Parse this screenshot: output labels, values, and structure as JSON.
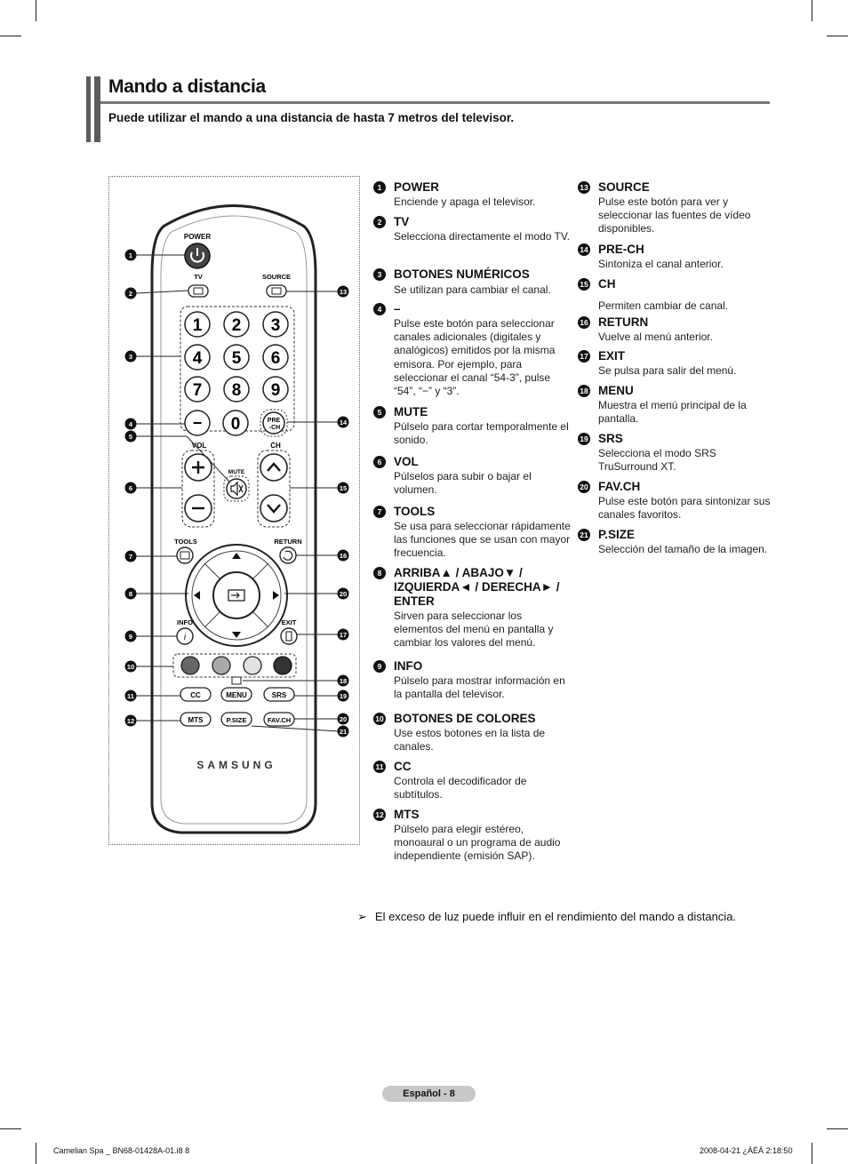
{
  "title": "Mando a distancia",
  "subtitle": "Puede utilizar el mando a una distancia de hasta 7 metros del televisor.",
  "remote": {
    "power": "POWER",
    "tv": "TV",
    "source": "SOURCE",
    "digits": [
      "1",
      "2",
      "3",
      "4",
      "5",
      "6",
      "7",
      "8",
      "9",
      "0"
    ],
    "dash": "−",
    "prech_top": "PRE",
    "prech_bottom": "-CH",
    "vol": "VOL",
    "ch": "CH",
    "mute": "MUTE",
    "tools": "TOOLS",
    "return": "RETURN",
    "info": "INFO",
    "exit": "EXIT",
    "cc": "CC",
    "menu": "MENU",
    "srs": "SRS",
    "mts": "MTS",
    "psize": "P.SIZE",
    "favch": "FAV.CH",
    "brand": "SAMSUNG",
    "callouts_left": [
      "1",
      "2",
      "3",
      "4",
      "5",
      "6",
      "7",
      "8",
      "9",
      "10",
      "11",
      "12"
    ],
    "callouts_right": [
      "13",
      "14",
      "15",
      "16",
      "20",
      "17",
      "18",
      "19",
      "20",
      "21"
    ]
  },
  "items_col1": [
    {
      "n": "1",
      "h": "POWER",
      "d": "Enciende y apaga el televisor."
    },
    {
      "n": "2",
      "h": "TV",
      "d": "Selecciona directamente el modo TV."
    },
    {
      "n": "3",
      "h": "BOTONES NUMÉRICOS",
      "d": "Se utilizan para cambiar el canal."
    },
    {
      "n": "4",
      "h": "–",
      "d": "Pulse este botón para seleccionar canales adicionales (digitales y analógicos) emitidos por la misma emisora. Por ejemplo, para seleccionar el canal “54-3”, pulse “54”, “−” y “3”."
    },
    {
      "n": "5",
      "h": "MUTE",
      "d": "Púlselo para cortar temporalmente el sonido."
    },
    {
      "n": "6",
      "h": "VOL",
      "d": "Púlselos para subir o bajar el volumen."
    },
    {
      "n": "7",
      "h": "TOOLS",
      "d": "Se usa para seleccionar rápidamente las funciones que se usan con mayor frecuencia."
    },
    {
      "n": "8",
      "h": "ARRIBA▲ / ABAJO▼ / IZQUIERDA◄ / DERECHA► / ENTER",
      "d": "Sirven para seleccionar los elementos del menú en pantalla y cambiar los valores del menú."
    },
    {
      "n": "9",
      "h": "INFO",
      "d": "Púlselo para mostrar información en la pantalla del televisor."
    },
    {
      "n": "10",
      "h": "BOTONES DE COLORES",
      "d": "Use estos botones en la lista de canales."
    },
    {
      "n": "11",
      "h": "CC",
      "d": "Controla el decodificador de subtítulos."
    },
    {
      "n": "12",
      "h": "MTS",
      "d": "Púlselo para elegir estéreo, monoaural o un programa de audio independiente (emisión SAP)."
    }
  ],
  "items_col2": [
    {
      "n": "13",
      "h": "SOURCE",
      "d": "Pulse este botón para ver y seleccionar las fuentes de vídeo disponibles."
    },
    {
      "n": "14",
      "h": "PRE-CH",
      "d": "Sintoniza el canal anterior."
    },
    {
      "n": "15",
      "h": "CH",
      "d": "Permiten cambiar de canal."
    },
    {
      "n": "16",
      "h": "RETURN",
      "d": "Vuelve al menú anterior."
    },
    {
      "n": "17",
      "h": "EXIT",
      "d": "Se pulsa para salir del menú."
    },
    {
      "n": "18",
      "h": "MENU",
      "d": "Muestra el menú principal de la pantalla."
    },
    {
      "n": "19",
      "h": "SRS",
      "d": "Selecciona el modo SRS TruSurround XT."
    },
    {
      "n": "20",
      "h": "FAV.CH",
      "d": "Pulse este botón para sintonizar sus canales favoritos."
    },
    {
      "n": "21",
      "h": "P.SIZE",
      "d": "Selección del tamaño de la imagen."
    }
  ],
  "note": "El exceso de luz puede influir en el rendimiento del mando a distancia.",
  "page_label": "Español - 8",
  "footer_left": "Camelian Spa _ BN68-01428A-01.i8   8",
  "footer_right": "2008-04-21   ¿ÀÈÄ 2:18:50"
}
